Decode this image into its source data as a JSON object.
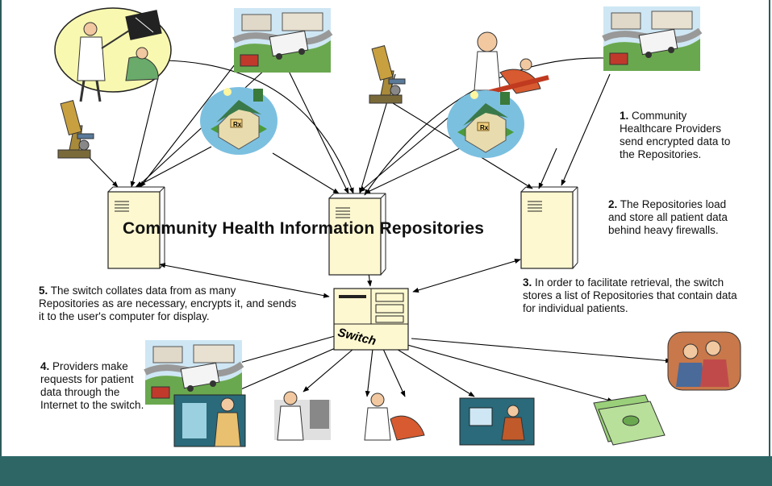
{
  "diagram": {
    "title": "Community Health Information Repositories",
    "switch_label": "Switch",
    "steps": [
      {
        "num": "1.",
        "text": "Community Healthcare Providers send encrypted data to the Repositories."
      },
      {
        "num": "2.",
        "text": "The Repositories load and store all patient data behind heavy firewalls."
      },
      {
        "num": "3.",
        "text": "In order to facilitate retrieval, the switch stores a list of Repositories that contain data for individual patients."
      },
      {
        "num": "4.",
        "text": "Providers make requests for patient data through the Internet to the switch."
      },
      {
        "num": "5.",
        "text": "The switch collates data from as many Repositories as are necessary, encrypts it, and sends it to the user's computer for display."
      }
    ],
    "icons": [
      "doctor-xray-icon",
      "ambulance-hospital-icon",
      "microscope-icon",
      "dentist-icon",
      "pharmacy-icon",
      "server-icon",
      "switch-icon",
      "family-icon",
      "money-icon",
      "computer-user-icon",
      "pharmacist-icon",
      "doctor-presenting-icon"
    ],
    "colors": {
      "frame": "#2d5a5a",
      "footer": "#2e6666",
      "server_fill": "#fdf8d0",
      "arrow": "#000000"
    }
  }
}
